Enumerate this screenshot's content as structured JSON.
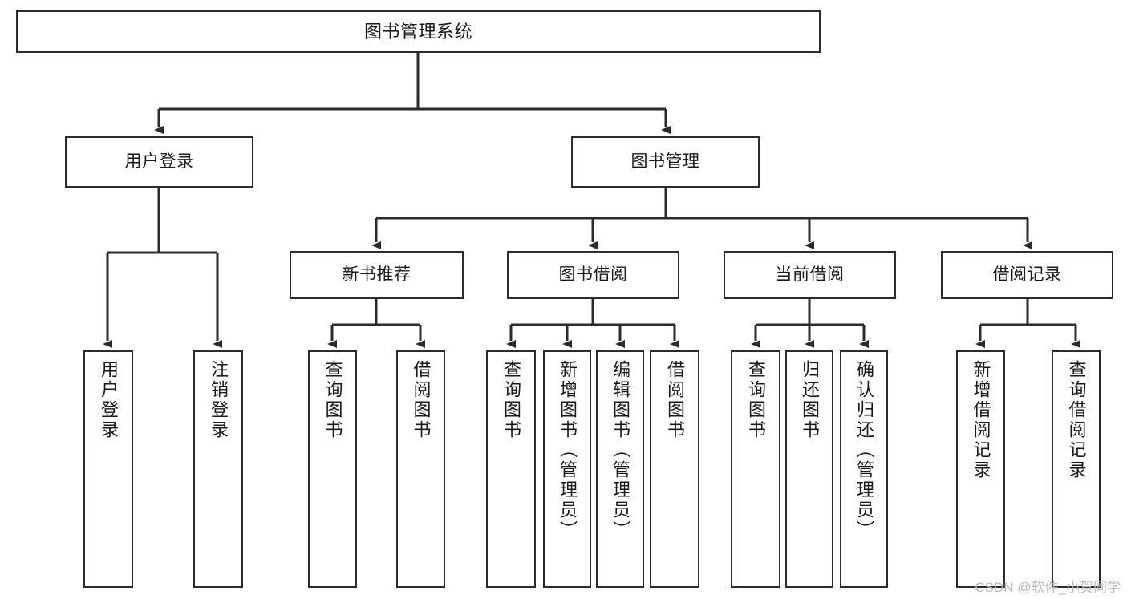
{
  "diagram": {
    "type": "tree-hierarchy-diagram",
    "title": "图书管理系统",
    "watermark": "CSDN @软件_小贺同学",
    "colors": {
      "background": "#ffffff",
      "box_border": "#2b2b2b",
      "box_fill": "#ffffff",
      "text": "#1a1a1a",
      "connector": "#2b2b2b",
      "watermark": "#b9b9b9"
    },
    "levels": 4,
    "nodes": {
      "root": {
        "id": "root",
        "label": "图书管理系统",
        "level": 1,
        "orientation": "horizontal"
      },
      "l2": [
        {
          "id": "user-login",
          "label": "用户登录",
          "level": 2,
          "orientation": "horizontal"
        },
        {
          "id": "book-manage",
          "label": "图书管理",
          "level": 2,
          "orientation": "horizontal"
        }
      ],
      "l3": [
        {
          "id": "new-book-recommend",
          "label": "新书推荐",
          "level": 3,
          "orientation": "horizontal"
        },
        {
          "id": "book-borrow",
          "label": "图书借阅",
          "level": 3,
          "orientation": "horizontal"
        },
        {
          "id": "current-borrow",
          "label": "当前借阅",
          "level": 3,
          "orientation": "horizontal"
        },
        {
          "id": "borrow-record",
          "label": "借阅记录",
          "level": 3,
          "orientation": "horizontal"
        }
      ],
      "leaves": [
        {
          "id": "leaf-user-login",
          "label": "用户登录",
          "parent": "user-login",
          "orientation": "vertical"
        },
        {
          "id": "leaf-logout-login",
          "label": "注销登录",
          "parent": "user-login",
          "orientation": "vertical"
        },
        {
          "id": "leaf-query-book-1",
          "label": "查询图书",
          "parent": "new-book-recommend",
          "orientation": "vertical"
        },
        {
          "id": "leaf-borrow-book-1",
          "label": "借阅图书",
          "parent": "new-book-recommend",
          "orientation": "vertical"
        },
        {
          "id": "leaf-query-book-2",
          "label": "查询图书",
          "parent": "book-borrow",
          "orientation": "vertical"
        },
        {
          "id": "leaf-add-book",
          "label": "新增图书（管理员）",
          "parent": "book-borrow",
          "orientation": "vertical"
        },
        {
          "id": "leaf-edit-book",
          "label": "编辑图书（管理员）",
          "parent": "book-borrow",
          "orientation": "vertical"
        },
        {
          "id": "leaf-borrow-book-2",
          "label": "借阅图书",
          "parent": "book-borrow",
          "orientation": "vertical"
        },
        {
          "id": "leaf-query-book-3",
          "label": "查询图书",
          "parent": "current-borrow",
          "orientation": "vertical"
        },
        {
          "id": "leaf-return-book",
          "label": "归还图书",
          "parent": "current-borrow",
          "orientation": "vertical"
        },
        {
          "id": "leaf-confirm-return",
          "label": "确认归还（管理员）",
          "parent": "current-borrow",
          "orientation": "vertical"
        },
        {
          "id": "leaf-add-record",
          "label": "新增借阅记录",
          "parent": "borrow-record",
          "orientation": "vertical"
        },
        {
          "id": "leaf-query-record",
          "label": "查询借阅记录",
          "parent": "borrow-record",
          "orientation": "vertical"
        }
      ]
    }
  }
}
